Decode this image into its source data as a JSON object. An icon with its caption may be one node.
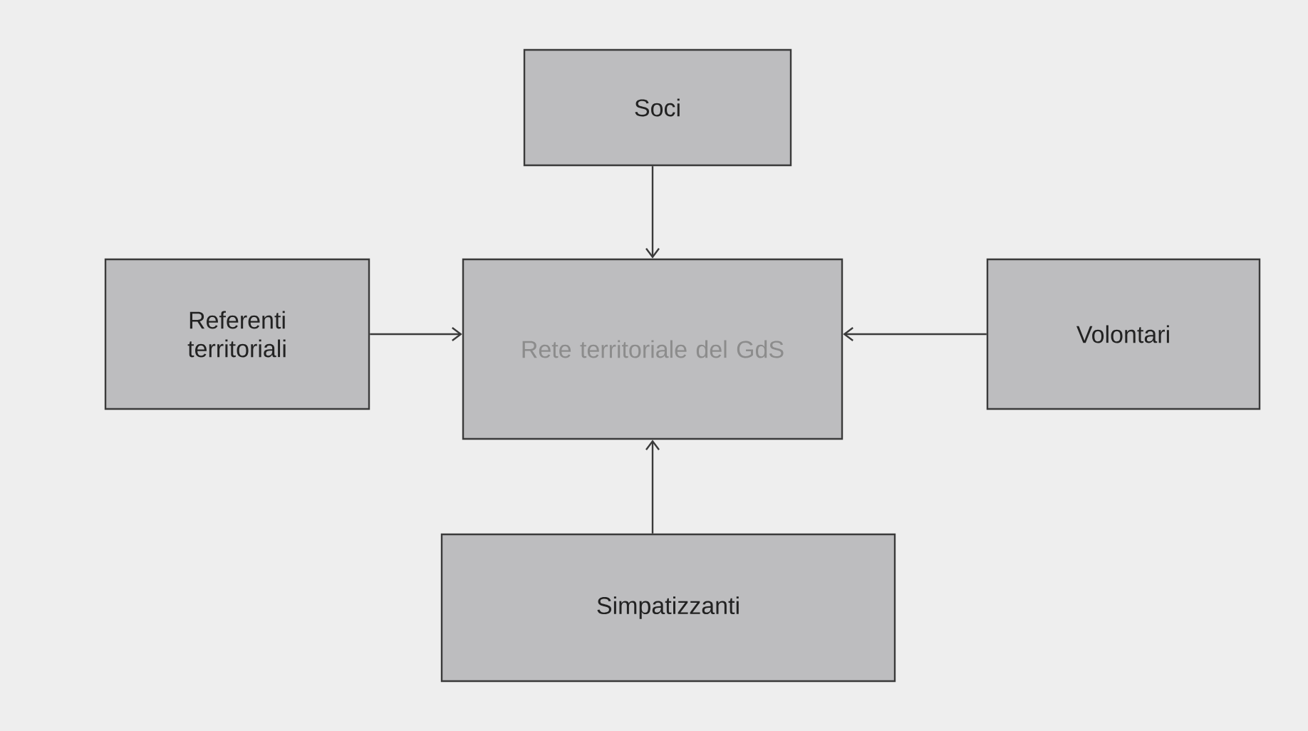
{
  "diagram": {
    "nodes": [
      {
        "text": [
          "Soci"
        ]
      },
      {
        "text": [
          "Referenti territoriali"
        ]
      },
      {
        "text": [
          "Rete territoriale del GdS"
        ]
      },
      {
        "text": [
          "Volontari"
        ]
      },
      {
        "text": [
          "Simpatizzanti"
        ]
      }
    ],
    "edges": [
      {
        "from": 0,
        "to": 2,
        "arrow": "to"
      },
      {
        "from": 1,
        "to": 2,
        "arrow": "to"
      },
      {
        "from": 3,
        "to": 2,
        "arrow": "to"
      },
      {
        "from": 4,
        "to": 2,
        "arrow": "to"
      }
    ]
  }
}
